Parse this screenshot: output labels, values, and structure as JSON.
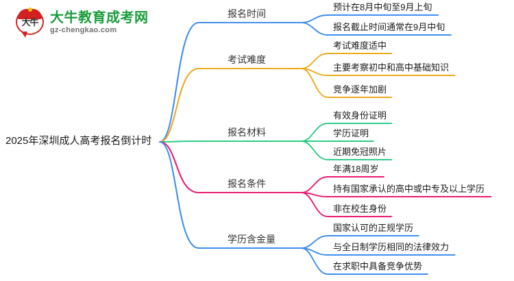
{
  "logo": {
    "mark_text": "大牛",
    "title": "大牛教育成考网",
    "domain": "gz-chengkao.com",
    "mark_color": "#d32121",
    "title_color": "#1a9c3c"
  },
  "mindmap": {
    "root": "2025年深圳成人高考报名倒计时",
    "branches": [
      {
        "label": "报名时间",
        "color": "#3d8ef0",
        "leaves": [
          "预计在8月中旬至9月上旬",
          "报名截止时间通常在9月中旬"
        ]
      },
      {
        "label": "考试难度",
        "color": "#efa81d",
        "leaves": [
          "考试难度适中",
          "主要考察初中和高中基础知识",
          "竞争逐年加剧"
        ]
      },
      {
        "label": "报名材料",
        "color": "#2ecc87",
        "leaves": [
          "有效身份证明",
          "学历证明",
          "近期免冠照片"
        ]
      },
      {
        "label": "报名条件",
        "color": "#ec1a72",
        "leaves": [
          "年满18周岁",
          "持有国家承认的高中或中专及以上学历",
          "非在校生身份"
        ]
      },
      {
        "label": "学历含金量",
        "color": "#3d8ef0",
        "leaves": [
          "国家认可的正规学历",
          "与全日制学历相同的法律效力",
          "在求职中具备竞争优势"
        ]
      }
    ]
  }
}
